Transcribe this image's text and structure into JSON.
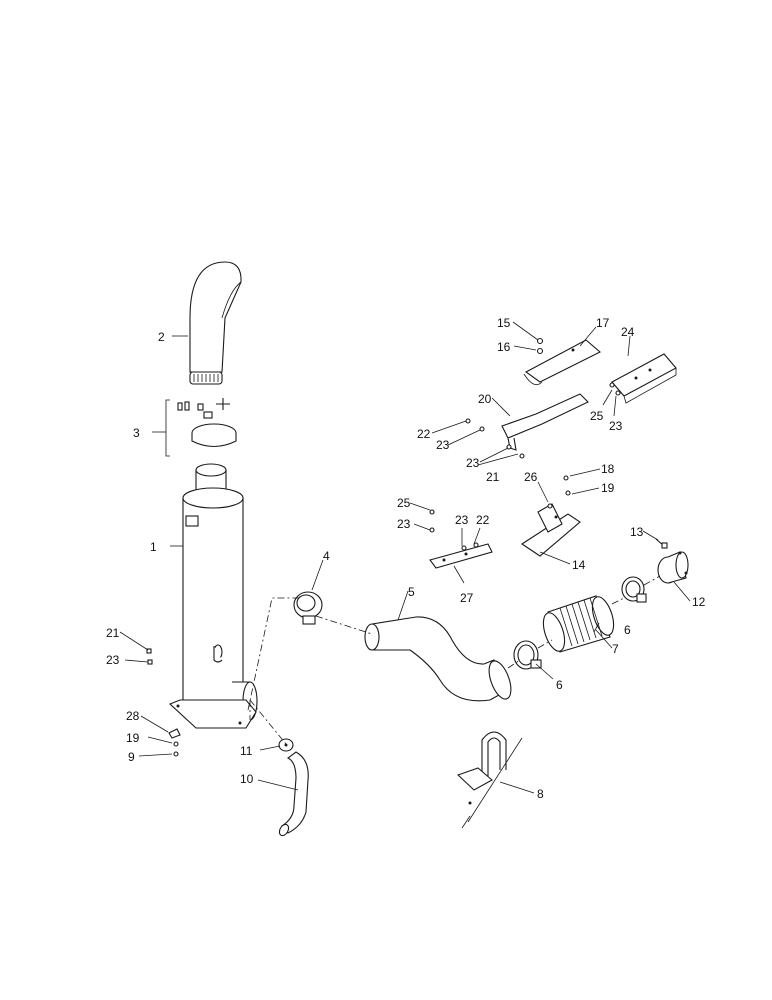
{
  "callouts": [
    {
      "id": "c1",
      "label": "1"
    },
    {
      "id": "c2",
      "label": "2"
    },
    {
      "id": "c3",
      "label": "3"
    },
    {
      "id": "c4",
      "label": "4"
    },
    {
      "id": "c5",
      "label": "5"
    },
    {
      "id": "c6a",
      "label": "6"
    },
    {
      "id": "c6b",
      "label": "6"
    },
    {
      "id": "c7",
      "label": "7"
    },
    {
      "id": "c8",
      "label": "8"
    },
    {
      "id": "c9",
      "label": "9"
    },
    {
      "id": "c10",
      "label": "10"
    },
    {
      "id": "c11",
      "label": "11"
    },
    {
      "id": "c12",
      "label": "12"
    },
    {
      "id": "c13",
      "label": "13"
    },
    {
      "id": "c14",
      "label": "14"
    },
    {
      "id": "c15",
      "label": "15"
    },
    {
      "id": "c16",
      "label": "16"
    },
    {
      "id": "c17",
      "label": "17"
    },
    {
      "id": "c18",
      "label": "18"
    },
    {
      "id": "c19a",
      "label": "19"
    },
    {
      "id": "c19b",
      "label": "19"
    },
    {
      "id": "c20",
      "label": "20"
    },
    {
      "id": "c21a",
      "label": "21"
    },
    {
      "id": "c21b",
      "label": "21"
    },
    {
      "id": "c22a",
      "label": "22"
    },
    {
      "id": "c22b",
      "label": "22"
    },
    {
      "id": "c23a",
      "label": "23"
    },
    {
      "id": "c23b",
      "label": "23"
    },
    {
      "id": "c23c",
      "label": "23"
    },
    {
      "id": "c23d",
      "label": "23"
    },
    {
      "id": "c23e",
      "label": "23"
    },
    {
      "id": "c24",
      "label": "24"
    },
    {
      "id": "c25a",
      "label": "25"
    },
    {
      "id": "c25b",
      "label": "25"
    },
    {
      "id": "c26",
      "label": "26"
    },
    {
      "id": "c27",
      "label": "27"
    },
    {
      "id": "c28",
      "label": "28"
    }
  ]
}
